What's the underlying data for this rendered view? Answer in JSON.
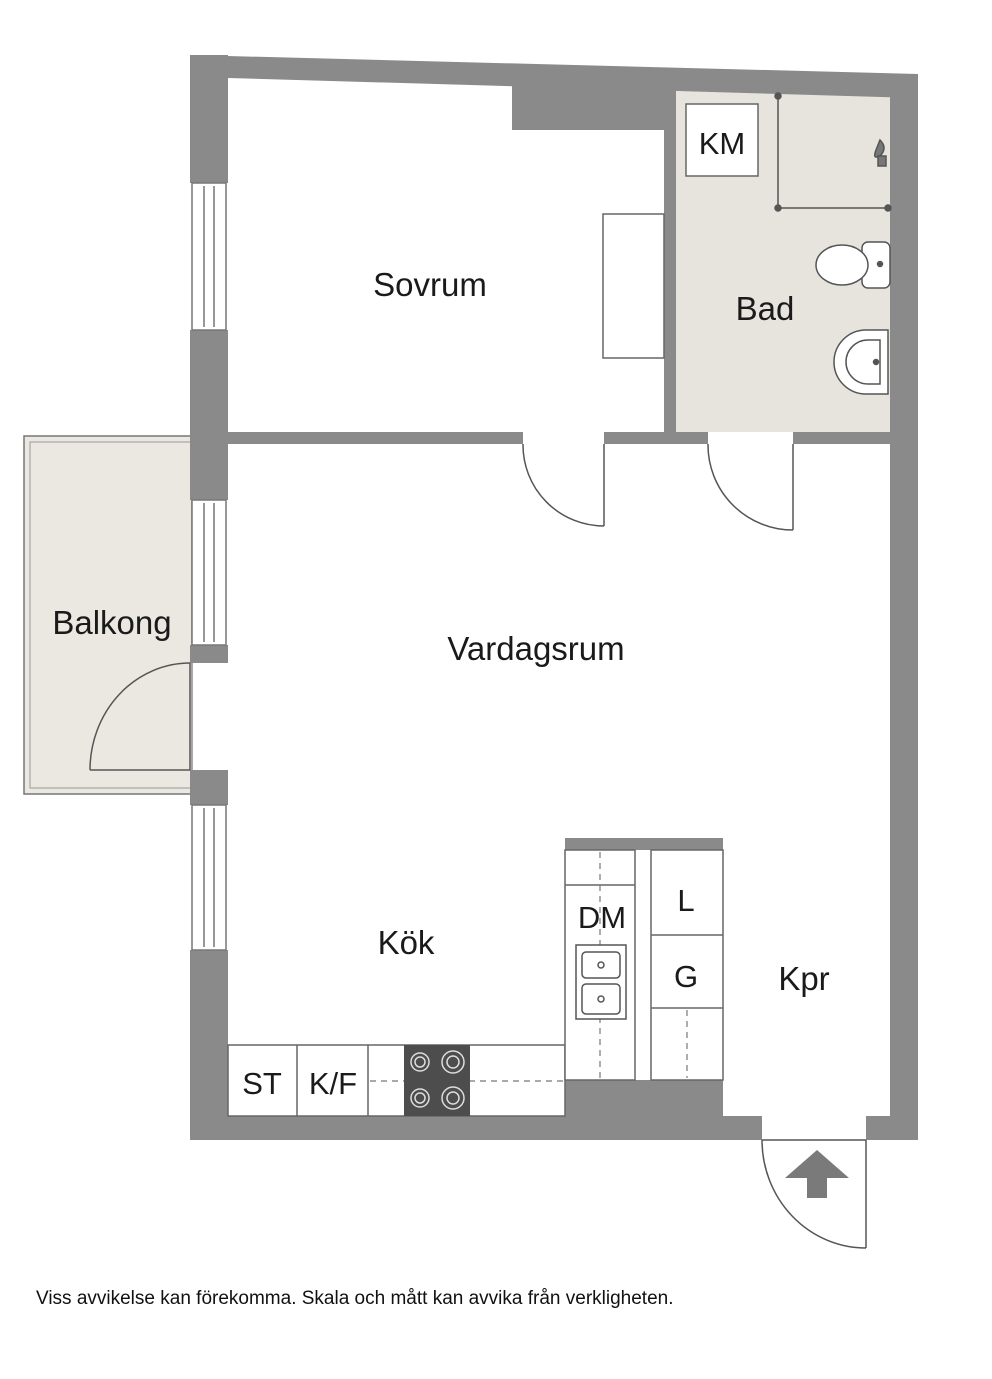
{
  "rooms": {
    "sovrum": "Sovrum",
    "bad": "Bad",
    "balkong": "Balkong",
    "vardagsrum": "Vardagsrum",
    "kok": "Kök",
    "kpr": "Kpr"
  },
  "fixtures": {
    "km": "KM",
    "dm": "DM",
    "l": "L",
    "g": "G",
    "st": "ST",
    "kf": "K/F"
  },
  "disclaimer": "Viss avvikelse kan förekomma. Skala och mått kan avvika från verkligheten.",
  "colors": {
    "wall": "#8a8a8a",
    "bathroom_floor": "#e7e4de",
    "balcony_floor": "#ebe8e2",
    "line": "#555555"
  },
  "icons": {
    "entrance": "entrance-arrow-icon",
    "stove": "stove-icon",
    "sink": "sink-icon",
    "toilet": "toilet-icon",
    "washbasin": "washbasin-icon",
    "shower": "shower-icon"
  }
}
